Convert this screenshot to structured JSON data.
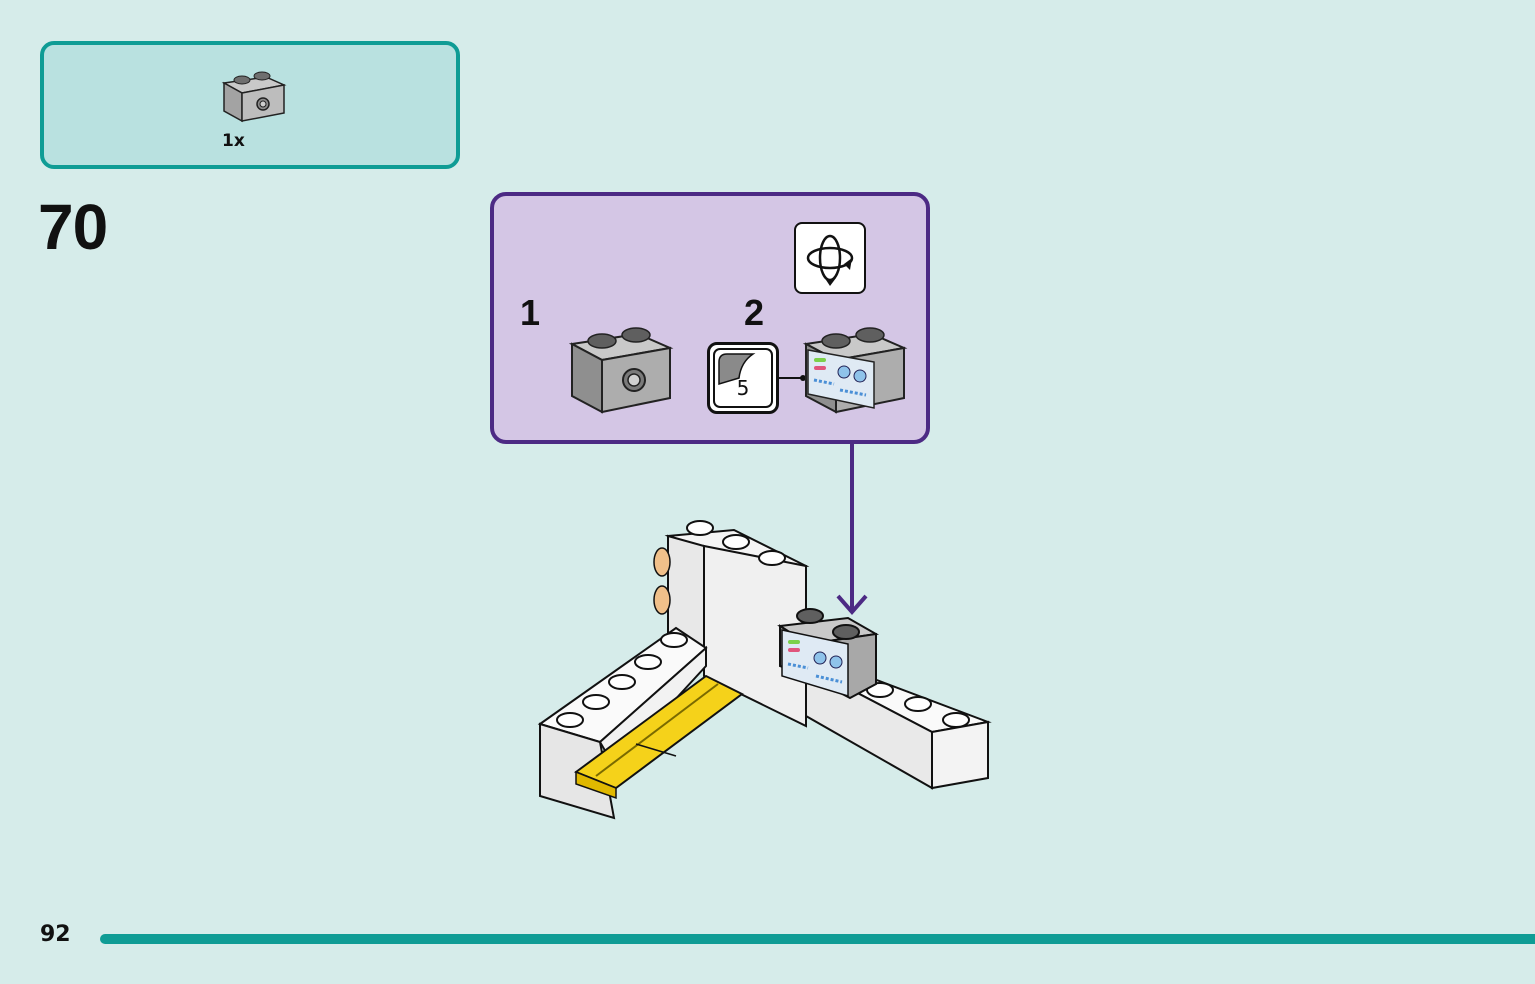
{
  "parts_list": {
    "items": [
      {
        "icon": "gray-brick-1x2-with-side-stud-icon",
        "quantity": "1x"
      }
    ]
  },
  "step": {
    "number": "70"
  },
  "sub_assembly": {
    "steps": [
      {
        "number": "1",
        "icon": "gray-brick-1x2-with-side-stud-icon"
      },
      {
        "number": "2",
        "icon": "brick-with-control-panel-sticker-icon"
      }
    ],
    "sticker": {
      "label": "5"
    },
    "rotate_icon": "rotate-model-icon"
  },
  "page": {
    "number": "92"
  },
  "colors": {
    "background": "#d6ecea",
    "accent_teal": "#0f9c95",
    "callout_purple": "#4c2a84",
    "callout_fill": "#d4c6e5",
    "brick_gray": "#8c8c8c",
    "brick_yellow": "#f5d21a"
  }
}
